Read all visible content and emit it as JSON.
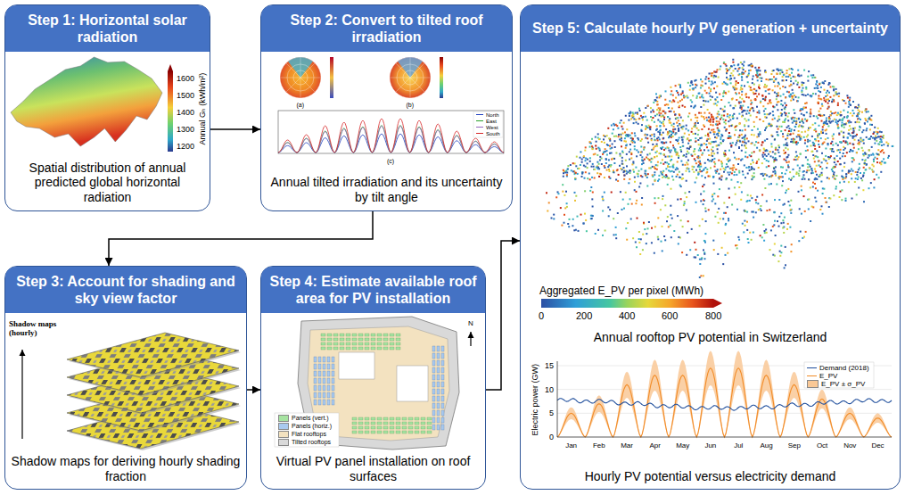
{
  "diagram": {
    "nodes": [
      {
        "text": [
          "Step 1: Horizontal solar radiation",
          "Spatial distribution of annual predicted global horizontal radiation"
        ]
      },
      {
        "text": [
          "Step 2: Convert to tilted roof irradiation",
          "Annual tilted irradiation and its uncertainty by tilt angle"
        ]
      },
      {
        "text": [
          "Step 3: Account for shading and sky view factor",
          "Shadow maps for deriving hourly shading fraction"
        ]
      },
      {
        "text": [
          "Step 4: Estimate available roof area for PV installation",
          "Virtual PV panel installation on roof surfaces"
        ]
      },
      {
        "text": [
          "Step 5: Calculate hourly PV generation + uncertainty",
          "Annual rooftop PV potential in Switzerland",
          "Hourly PV potential versus electricity demand"
        ]
      }
    ],
    "edges": [
      {
        "from": 0,
        "to": 1,
        "arrow": "to"
      },
      {
        "from": 1,
        "to": 2,
        "arrow": "to"
      },
      {
        "from": 2,
        "to": 3,
        "arrow": "to"
      },
      {
        "from": 3,
        "to": 4,
        "arrow": "to"
      }
    ],
    "labels": [
      "1600",
      "1500",
      "1400",
      "1300",
      "1200",
      "Annual Gₕ (kWh/m²)",
      "(a)",
      "(b)",
      "(c)",
      "Shadow maps (hourly)",
      "N",
      "Aggregated E_PV per pixel (MWh)",
      "0",
      "200",
      "400",
      "600",
      "800",
      "Electric power (GW)",
      "0",
      "5",
      "10",
      "15",
      "Jan",
      "Feb",
      "Mar",
      "Apr",
      "May",
      "Jun",
      "Jul",
      "Aug",
      "Sep",
      "Oct",
      "Nov",
      "Dec"
    ],
    "legend": [
      {
        "text": "North"
      },
      {
        "text": "East"
      },
      {
        "text": "West"
      },
      {
        "text": "South"
      },
      {
        "text": "Panels (vert.)",
        "color": "#a6e3a1"
      },
      {
        "text": "Panels (horiz.)",
        "color": "#a9c9ef"
      },
      {
        "text": "Flat rooftops",
        "color": "#f3e2c0"
      },
      {
        "text": "Tilted rooftops",
        "color": "#d9d9d9"
      },
      {
        "text": "Demand (2018)"
      },
      {
        "text": "E_PV"
      },
      {
        "text": "E_PV ± σ_PV",
        "color": "#f9c896"
      }
    ]
  }
}
